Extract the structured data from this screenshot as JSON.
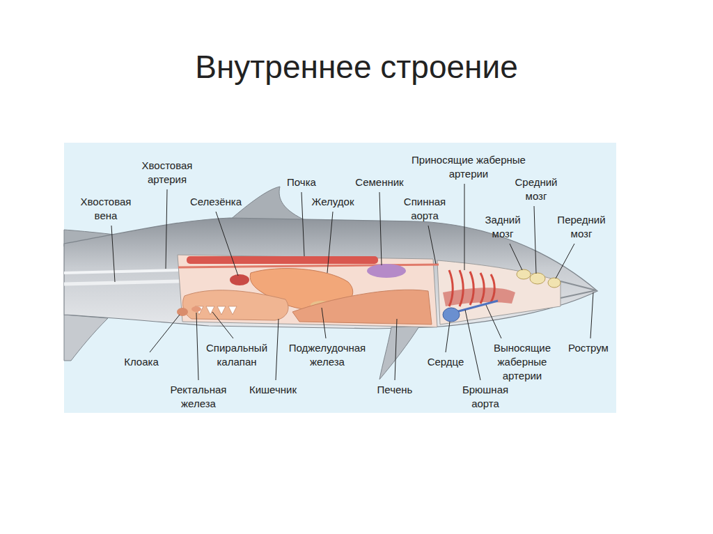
{
  "diagram": {
    "title": "Внутреннее строение",
    "labels": [
      "Хвостовая артерия",
      "Приносящие жаберные артерии",
      "Почка",
      "Семенник",
      "Средний мозг",
      "Хвостовая вена",
      "Селезёнка",
      "Желудок",
      "Спинная аорта",
      "Задний мозг",
      "Передний мозг",
      "Спиральный калапан",
      "Поджелудочная железа",
      "Выносящие жаберные артерии",
      "Рострум",
      "Клоака",
      "Сердце",
      "Ректальная железа",
      "Кишечник",
      "Печень",
      "Брюшная аорта"
    ]
  }
}
